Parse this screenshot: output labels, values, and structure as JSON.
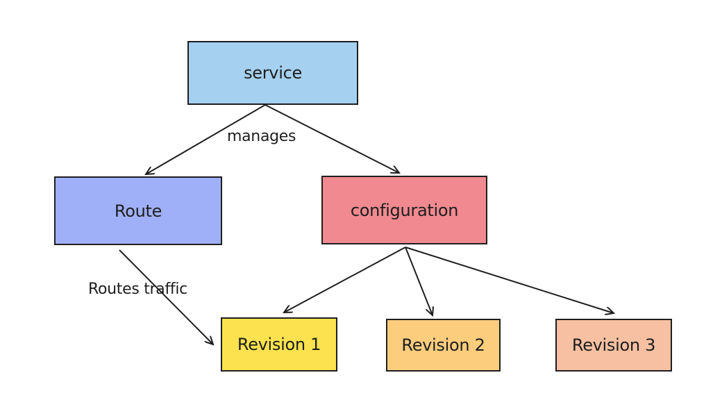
{
  "nodes": {
    "service": {
      "label": "service",
      "color": "#a5d0f0"
    },
    "route": {
      "label": "Route",
      "color": "#a0b0f8"
    },
    "configuration": {
      "label": "configuration",
      "color": "#f08a90"
    },
    "revision1": {
      "label": "Revision 1",
      "color": "#fbe24e"
    },
    "revision2": {
      "label": "Revision 2",
      "color": "#fbcd7c"
    },
    "revision3": {
      "label": "Revision 3",
      "color": "#f7c0a2"
    }
  },
  "edge_labels": {
    "manages": "manages",
    "routes_traffic": "Routes traffic"
  },
  "colors": {
    "stroke": "#1e1e1e",
    "background": "#ffffff"
  }
}
